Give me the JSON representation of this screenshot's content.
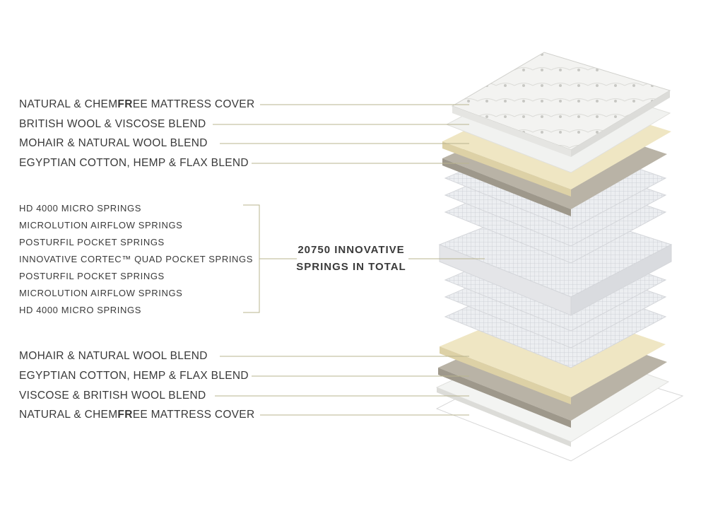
{
  "top_layers": [
    {
      "pre": "NATURAL & CHEM",
      "bold": "FR",
      "post": "EE MATTRESS COVER"
    },
    {
      "pre": "BRITISH WOOL & VISCOSE BLEND",
      "bold": "",
      "post": ""
    },
    {
      "pre": "MOHAIR & NATURAL WOOL BLEND",
      "bold": "",
      "post": ""
    },
    {
      "pre": "EGYPTIAN COTTON, HEMP & FLAX BLEND",
      "bold": "",
      "post": ""
    }
  ],
  "spring_layers": [
    "HD 4000 MICRO SPRINGS",
    "MICROLUTION AIRFLOW SPRINGS",
    "POSTURFIL POCKET SPRINGS",
    "INNOVATIVE CORTEC™ QUAD POCKET SPRINGS",
    "POSTURFIL POCKET SPRINGS",
    "MICROLUTION AIRFLOW SPRINGS",
    "HD 4000 MICRO SPRINGS"
  ],
  "springs_total": {
    "line1": "20750 INNOVATIVE",
    "line2": "SPRINGS IN TOTAL"
  },
  "bottom_layers": [
    {
      "pre": "MOHAIR & NATURAL WOOL BLEND",
      "bold": "",
      "post": ""
    },
    {
      "pre": "EGYPTIAN COTTON, HEMP & FLAX BLEND",
      "bold": "",
      "post": ""
    },
    {
      "pre": "VISCOSE & BRITISH WOOL BLEND",
      "bold": "",
      "post": ""
    },
    {
      "pre": "NATURAL & CHEM",
      "bold": "FR",
      "post": "EE MATTRESS COVER"
    }
  ],
  "colors": {
    "leader_line": "#b9b48f",
    "text": "#3a3a3a",
    "wool": "#efe6c4",
    "cotton": "#b7b1a4",
    "spring": "#e6e7ea"
  }
}
